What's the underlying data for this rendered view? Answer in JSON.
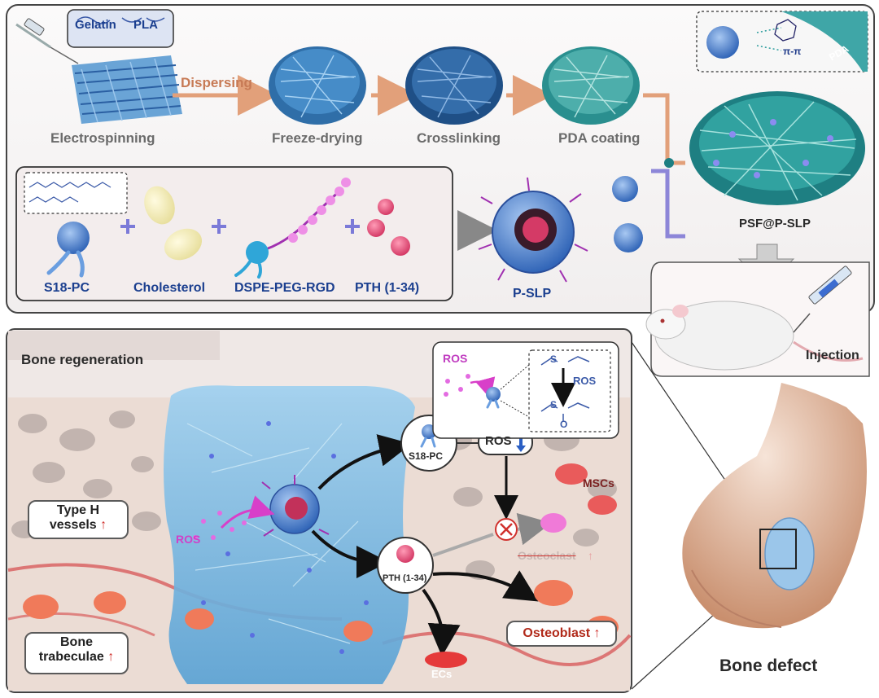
{
  "top_panel": {
    "materials": [
      "Gelatin",
      "PLA"
    ],
    "dispersing": "Dispersing",
    "steps": [
      "Electrospinning",
      "Freeze-drying",
      "Crosslinking",
      "PDA coating"
    ],
    "components": [
      "S18-PC",
      "Cholesterol",
      "DSPE-PEG-RGD",
      "PTH (1-34)"
    ],
    "liposome": "P-SLP",
    "product": "PSF@P-SLP",
    "pda": "PDA",
    "pi_stack": "π-π",
    "injection": "Injection"
  },
  "bottom_panel": {
    "title": "Bone regeneration",
    "ros": "ROS",
    "ros_down": "ROS",
    "s18": "S18-PC",
    "pth": "PTH (1-34)",
    "mscs": "MSCs",
    "osteoclast": "Osteoclast",
    "osteoblast": "Osteoblast",
    "ecs": "ECs",
    "type_h_1": "Type H",
    "type_h_2": "vessels",
    "bone_trab_1": "Bone",
    "bone_trab_2": "trabeculae",
    "bone_defect": "Bone defect",
    "ros_inset": "ROS",
    "ros_inset_arrow": "ROS",
    "sulfoxide_o": "O",
    "sulfur": "S"
  },
  "colors": {
    "fiber_blue": "#3a78b8",
    "teal": "#2aa7a6",
    "arrow_orange": "#e2a07a",
    "arrow_purple": "#8d86d8",
    "up_arrow_red": "#d0312d",
    "ros_magenta": "#c03cc0"
  }
}
